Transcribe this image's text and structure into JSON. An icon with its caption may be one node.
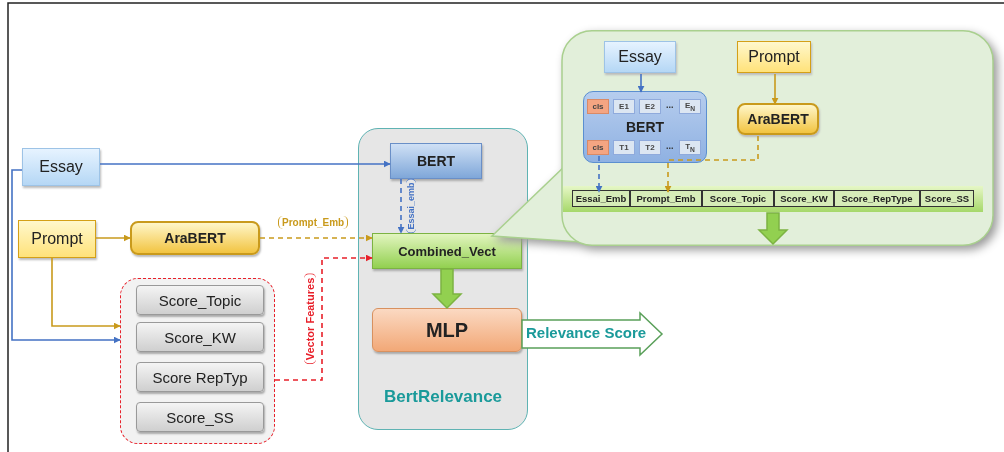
{
  "diagram": {
    "nodes": [
      {
        "text": [
          "Essay"
        ]
      },
      {
        "text": [
          "Prompt"
        ]
      },
      {
        "text": [
          "AraBERT"
        ]
      },
      {
        "text": [],
        "shape": "box"
      },
      {
        "text": [
          "Score_Topic"
        ],
        "in": 3
      },
      {
        "text": [
          "Score_KW"
        ],
        "in": 3
      },
      {
        "text": [
          "Score RepTyp"
        ],
        "in": 3
      },
      {
        "text": [
          "Score_SS"
        ],
        "in": 3
      },
      {
        "text": [
          "BertRelevance"
        ]
      },
      {
        "text": [
          "BERT"
        ],
        "in": 8
      },
      {
        "text": [
          "Combined_Vect"
        ],
        "in": 8
      },
      {
        "text": [
          "MLP"
        ],
        "in": 8
      },
      {
        "text": [],
        "shape": "callout"
      },
      {
        "text": [
          "Essay"
        ],
        "in": 12
      },
      {
        "text": [
          "Prompt"
        ],
        "in": 12
      },
      {
        "text": [
          "BERT"
        ],
        "in": 12
      },
      {
        "text": [
          "cls"
        ],
        "in": 15
      },
      {
        "text": [
          "E1"
        ],
        "in": 15
      },
      {
        "text": [
          "E2"
        ],
        "in": 15
      },
      {
        "text": [
          "E$_{N}$"
        ],
        "in": 15
      },
      {
        "text": [
          "cls"
        ],
        "in": 15
      },
      {
        "text": [
          "T1"
        ],
        "in": 15
      },
      {
        "text": [
          "T2"
        ],
        "in": 15
      },
      {
        "text": [
          "T$_{N}$"
        ],
        "in": 15
      },
      {
        "text": [
          "AraBERT"
        ],
        "in": 12
      },
      {
        "text": [],
        "shape": "bar",
        "in": 12
      },
      {
        "text": [
          "Essai_Emb"
        ],
        "in": 25
      },
      {
        "text": [
          "Prompt_Emb"
        ],
        "in": 25
      },
      {
        "text": [
          "Score_Topic"
        ],
        "in": 25
      },
      {
        "text": [
          "Score_KW"
        ],
        "in": 25
      },
      {
        "text": [
          "Score_RepType"
        ],
        "in": 25
      },
      {
        "text": [
          "Score_SS"
        ],
        "in": 25
      }
    ],
    "edges": [
      {
        "from": 0,
        "to": 9,
        "arrow": "to"
      },
      {
        "from": 0,
        "to": 3,
        "arrow": "to"
      },
      {
        "from": 1,
        "to": 2,
        "arrow": "to",
        "color": "#c99a1c"
      },
      {
        "from": 1,
        "to": 3,
        "arrow": "to",
        "color": "#c99a1c"
      },
      {
        "from": 2,
        "to": 10,
        "arrow": "to",
        "style": "dashed",
        "color": "#c99a1c",
        "label": "Prompt_Emb"
      },
      {
        "from": 9,
        "to": 10,
        "arrow": "to",
        "style": "dashed",
        "label": "Essai_emb"
      },
      {
        "from": 3,
        "to": 10,
        "arrow": "to",
        "style": "dashed",
        "color": "#e8202a",
        "label": "Vector Features"
      },
      {
        "from": 10,
        "to": 11,
        "arrow": "to",
        "style": "thick",
        "color": "#92d050"
      },
      {
        "from": 11,
        "to": null,
        "arrow": "to",
        "style": "thick",
        "color": "#5aa05a",
        "label": "Relevance Score"
      },
      {
        "from": 13,
        "to": 15,
        "arrow": "to"
      },
      {
        "from": 14,
        "to": 24,
        "arrow": "to",
        "color": "#c99a1c"
      },
      {
        "from": 20,
        "to": 26,
        "arrow": "to",
        "style": "dashed"
      },
      {
        "from": 24,
        "to": 27,
        "arrow": "to",
        "style": "dashed",
        "color": "#c99a1c"
      },
      {
        "from": 25,
        "to": null,
        "arrow": "to",
        "style": "thick",
        "color": "#92d050"
      }
    ],
    "labels": [
      "...",
      "..."
    ]
  }
}
